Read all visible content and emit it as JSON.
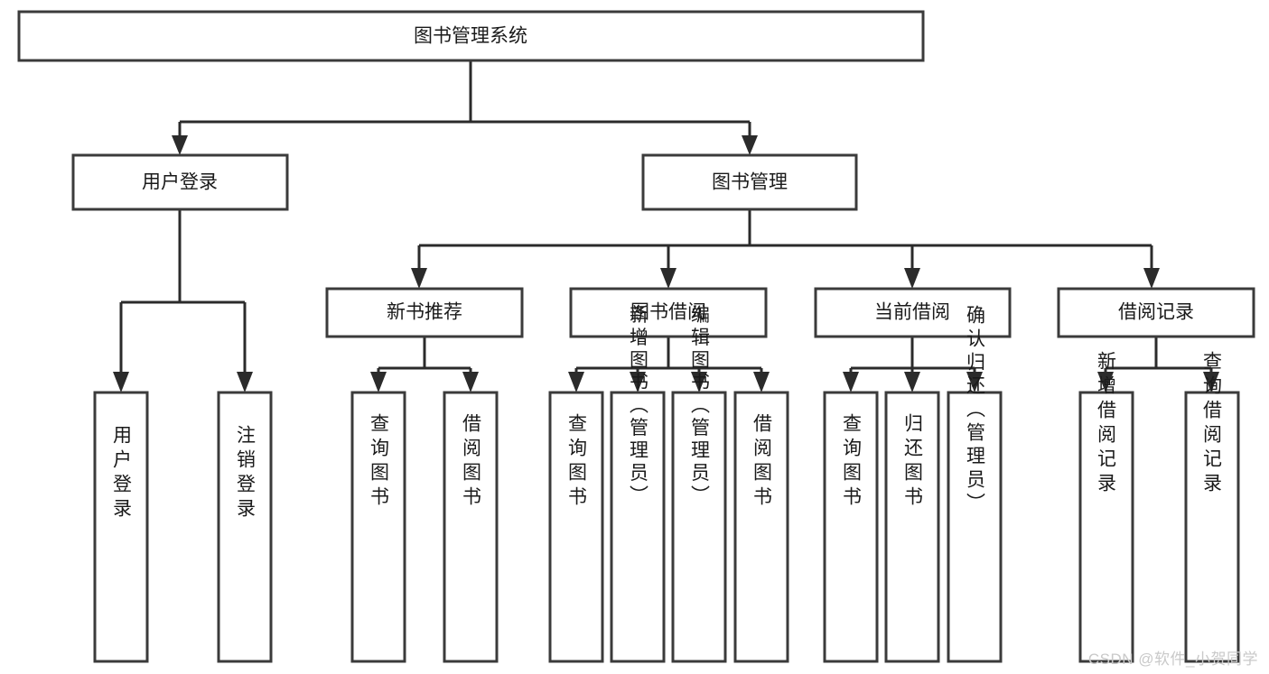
{
  "diagram": {
    "type": "tree-hierarchy",
    "title": "图书管理系统",
    "watermark": "CSDN @软件_小贺同学",
    "colors": {
      "box_stroke": "#3b3b3b",
      "box_fill": "#ffffff",
      "link": "#2b2b2b",
      "text": "#1a1a1a",
      "watermark": "#c9c9c9",
      "background": "#ffffff"
    },
    "root": {
      "label": "图书管理系统",
      "level": 0
    },
    "level1": [
      {
        "label": "用户登录",
        "level": 1
      },
      {
        "label": "图书管理",
        "level": 1
      }
    ],
    "level2": [
      {
        "label": "新书推荐",
        "parent": "图书管理"
      },
      {
        "label": "图书借阅",
        "parent": "图书管理"
      },
      {
        "label": "当前借阅",
        "parent": "图书管理"
      },
      {
        "label": "借阅记录",
        "parent": "图书管理"
      }
    ],
    "leaves": {
      "用户登录": [
        "用户登录",
        "注销登录"
      ],
      "新书推荐": [
        "查询图书",
        "借阅图书"
      ],
      "图书借阅": [
        "查询图书",
        "新增图书（管理员）",
        "编辑图书（管理员）",
        "借阅图书"
      ],
      "当前借阅": [
        "查询图书",
        "归还图书",
        "确认归还（管理员）"
      ],
      "借阅记录": [
        "新增借阅记录",
        "查询借阅记录"
      ]
    }
  },
  "nodes": {
    "root": "图书管理系统",
    "l1_0": "用户登录",
    "l1_1": "图书管理",
    "l2_0": "新书推荐",
    "l2_1": "图书借阅",
    "l2_2": "当前借阅",
    "l2_3": "借阅记录",
    "leaf_a0": "用户登录",
    "leaf_a1": "注销登录",
    "leaf_b0": "查询图书",
    "leaf_b1": "借阅图书",
    "leaf_c0": "查询图书",
    "leaf_c1": "新增图书（管理员）",
    "leaf_c2": "编辑图书（管理员）",
    "leaf_c3": "借阅图书",
    "leaf_d0": "查询图书",
    "leaf_d1": "归还图书",
    "leaf_d2": "确认归还（管理员）",
    "leaf_e0": "新增借阅记录",
    "leaf_e1": "查询借阅记录"
  },
  "footer": {
    "watermark": "CSDN @软件_小贺同学"
  }
}
